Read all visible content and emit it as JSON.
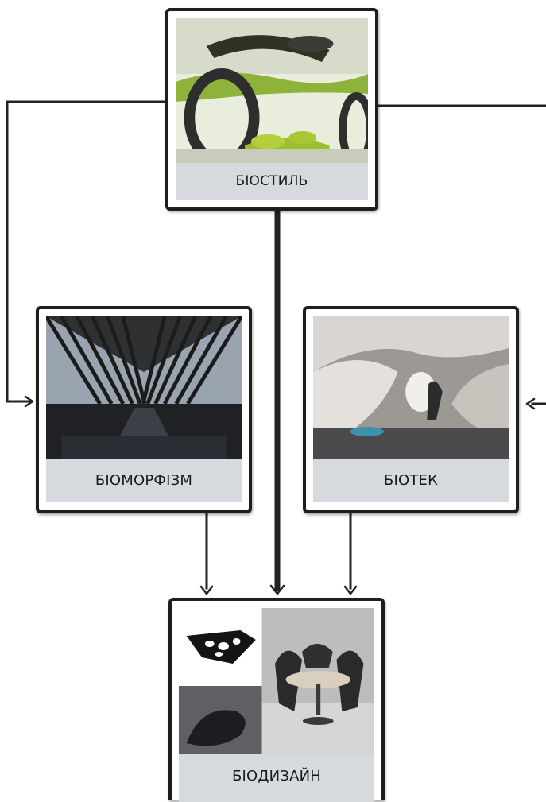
{
  "nodes": {
    "biostyle": {
      "label": "БІОСТИЛЬ"
    },
    "biomorphism": {
      "label": "БІОМОРФІЗМ"
    },
    "biotech": {
      "label": "БІОТЕК"
    },
    "biodesign": {
      "label": "БІОДИЗАЙН"
    }
  },
  "colors": {
    "frame": "#1e1e1e",
    "label_background": "#d6d9de",
    "connector": "#222222"
  }
}
